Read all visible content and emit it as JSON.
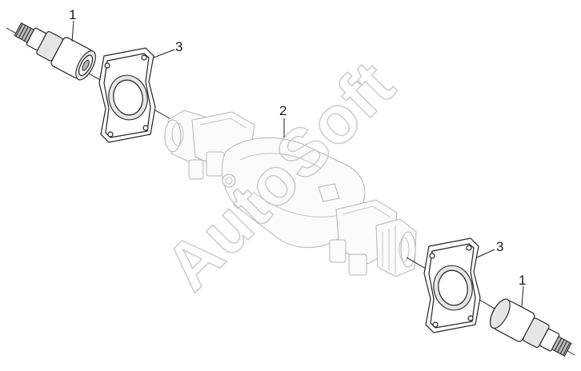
{
  "diagram": {
    "callouts": [
      {
        "id": "c1a",
        "text": "1"
      },
      {
        "id": "c3a",
        "text": "3"
      },
      {
        "id": "c2",
        "text": "2"
      },
      {
        "id": "c3b",
        "text": "3"
      },
      {
        "id": "c1b",
        "text": "1"
      }
    ],
    "watermark": "AutoSoft"
  }
}
